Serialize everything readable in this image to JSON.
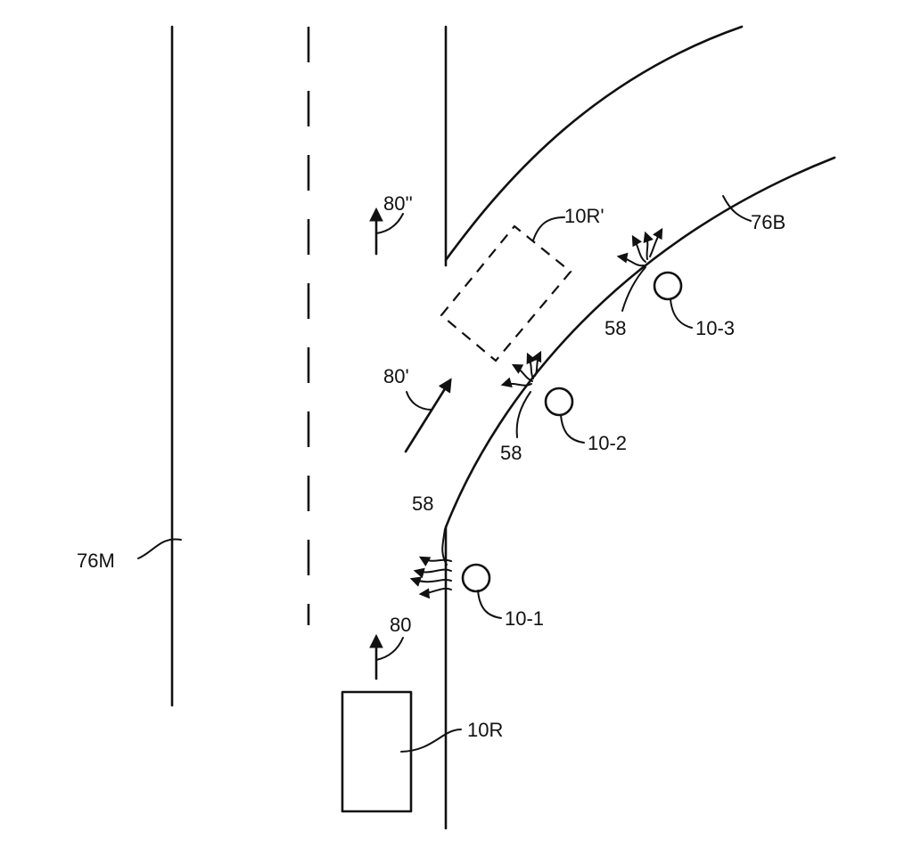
{
  "figure": {
    "labels": {
      "main_road": "76M",
      "branch_road": "76B",
      "vehicle": "10R",
      "vehicle_later": "10R'",
      "path_straight": "80",
      "path_turn": "80'",
      "path_continue": "80''",
      "device_1": "10-1",
      "device_2": "10-2",
      "device_3": "10-3",
      "signal_1": "58",
      "signal_2": "58",
      "signal_3": "58"
    }
  }
}
